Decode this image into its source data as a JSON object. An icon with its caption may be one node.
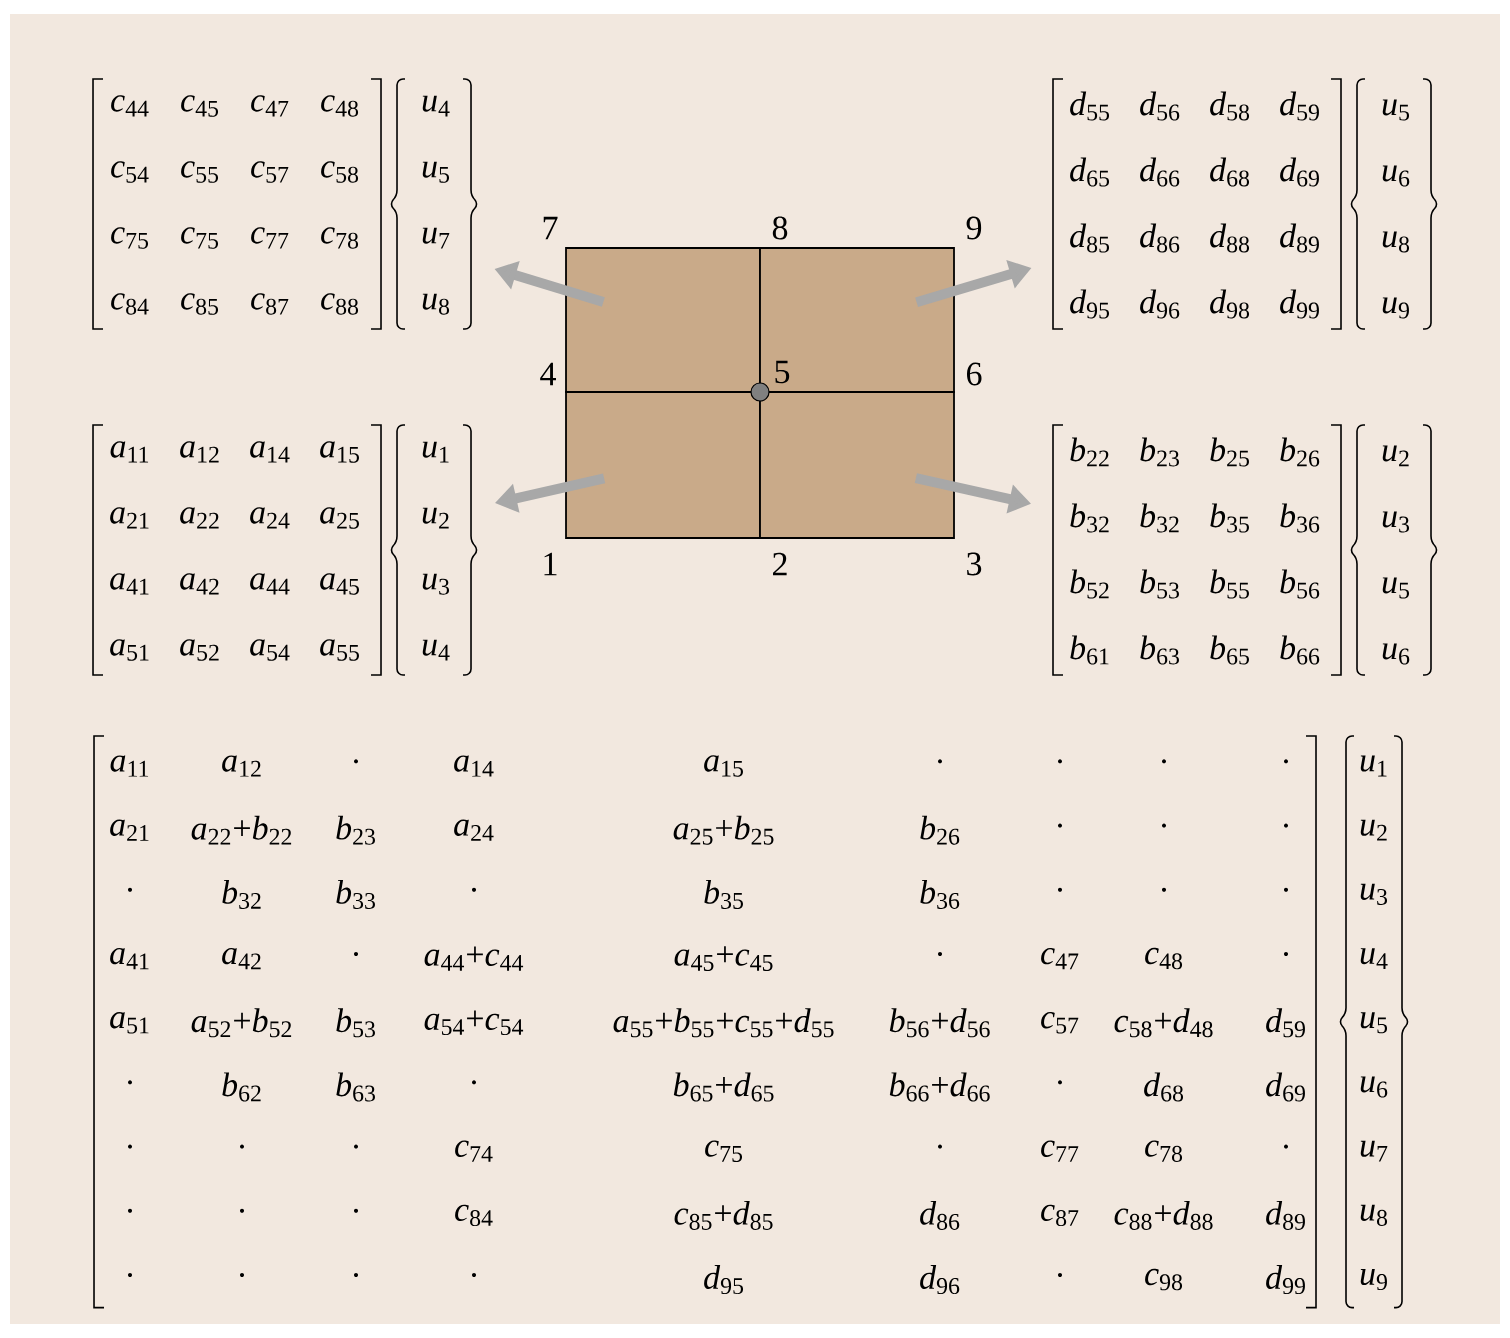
{
  "diagram": {
    "nodes": [
      {
        "text": [
          "*c*$_{44}$",
          "*c*$_{45}$",
          "*c*$_{47}$",
          "*c*$_{48}$",
          "*u*$_{4}$",
          "*c*$_{54}$",
          "*c*$_{55}$",
          "*c*$_{57}$",
          "*c*$_{58}$",
          "*u*$_{5}$",
          "*c*$_{75}$",
          "*c*$_{75}$",
          "*c*$_{77}$",
          "*c*$_{78}$",
          "*u*$_{7}$",
          "*c*$_{84}$",
          "*c*$_{85}$",
          "*c*$_{87}$",
          "*c*$_{88}$",
          "*u*$_{8}$"
        ]
      },
      {
        "text": [
          "*d*$_{55}$",
          "*d*$_{56}$",
          "*d*$_{58}$",
          "*d*$_{59}$",
          "*u*$_{5}$",
          "*d*$_{65}$",
          "*d*$_{66}$",
          "*d*$_{68}$",
          "*d*$_{69}$",
          "*u*$_{6}$",
          "*d*$_{85}$",
          "*d*$_{86}$",
          "*d*$_{88}$",
          "*d*$_{89}$",
          "*u*$_{8}$",
          "*d*$_{95}$",
          "*d*$_{96}$",
          "*d*$_{98}$",
          "*d*$_{99}$",
          "*u*$_{9}$"
        ]
      },
      {
        "text": [],
        "shape": "box"
      },
      {
        "text": [],
        "shape": "box"
      },
      {
        "text": [],
        "shape": "box"
      },
      {
        "text": [],
        "shape": "box"
      },
      {
        "text": [
          "*a*$_{11}$",
          "*a*$_{12}$",
          "*a*$_{14}$",
          "*a*$_{15}$",
          "*u*$_{1}$",
          "*a*$_{21}$",
          "*a*$_{22}$",
          "*a*$_{24}$",
          "*a*$_{25}$",
          "*u*$_{2}$",
          "*a*$_{41}$",
          "*a*$_{42}$",
          "*a*$_{44}$",
          "*a*$_{45}$",
          "*u*$_{3}$",
          "*a*$_{51}$",
          "*a*$_{52}$",
          "*a*$_{54}$",
          "*a*$_{55}$",
          "*u*$_{4}$"
        ]
      },
      {
        "text": [
          "*b*$_{22}$",
          "*b*$_{23}$",
          "*b*$_{25}$",
          "*b*$_{26}$",
          "*u*$_{2}$",
          "*b*$_{32}$",
          "*b*$_{32}$",
          "*b*$_{35}$",
          "*b*$_{36}$",
          "*u*$_{3}$",
          "*b*$_{52}$",
          "*b*$_{53}$",
          "*b*$_{55}$",
          "*b*$_{56}$",
          "*u*$_{5}$",
          "*b*$_{61}$",
          "*b*$_{63}$",
          "*b*$_{65}$",
          "*b*$_{66}$",
          "*u*$_{6}$"
        ]
      }
    ],
    "edges": [
      {
        "from": 2,
        "to": 0,
        "arrow": "to"
      },
      {
        "from": 3,
        "to": 1,
        "arrow": "to"
      },
      {
        "from": 4,
        "to": 6,
        "arrow": "to"
      },
      {
        "from": 5,
        "to": 7,
        "arrow": "to"
      }
    ],
    "labels": [
      "7",
      "8",
      "9",
      "4",
      "5",
      "6",
      "1",
      "2",
      "3",
      "*a*$_{11}$",
      "*a*$_{12}$",
      "·",
      "*a*$_{14}$",
      "*a*$_{15}$",
      "·",
      "·",
      "·",
      "·",
      "*u*$_{1}$",
      "*a*$_{21}$",
      "*a*$_{22}$+*b*$_{22}$",
      "*b*$_{23}$",
      "*a*$_{24}$",
      "*a*$_{25}$+*b*$_{25}$",
      "*b*$_{26}$",
      "·",
      "·",
      "·",
      "*u*$_{2}$",
      "·",
      "*b*$_{32}$",
      "*b*$_{33}$",
      "·",
      "*b*$_{35}$",
      "*b*$_{36}$",
      "·",
      "·",
      "·",
      "*u*$_{3}$",
      "*a*$_{41}$",
      "*a*$_{42}$",
      "·",
      "*a*$_{44}$+*c*$_{44}$",
      "*a*$_{45}$+*c*$_{45}$",
      "·",
      "*c*$_{47}$",
      "*c*$_{48}$",
      "·",
      "*u*$_{4}$",
      "*a*$_{51}$",
      "*a*$_{52}$+*b*$_{52}$",
      "*b*$_{53}$",
      "*a*$_{54}$+*c*$_{54}$",
      "*a*$_{55}$+*b*$_{55}$+*c*$_{55}$+*d*$_{55}$",
      "*b*$_{56}$+*d*$_{56}$",
      "*c*$_{57}$",
      "*c*$_{58}$+*d*$_{48}$",
      "*d*$_{59}$",
      "*u*$_{5}$",
      "·",
      "*b*$_{62}$",
      "*b*$_{63}$",
      "·",
      "*b*$_{65}$+*d*$_{65}$",
      "*b*$_{66}$+*d*$_{66}$",
      "·",
      "*d*$_{68}$",
      "*d*$_{69}$",
      "*u*$_{6}$",
      "·",
      "·",
      "·",
      "*c*$_{74}$",
      "*c*$_{75}$",
      "·",
      "*c*$_{77}$",
      "*c*$_{78}$",
      "·",
      "*u*$_{7}$",
      "·",
      "·",
      "·",
      "*c*$_{84}$",
      "*c*$_{85}$+*d*$_{85}$",
      "*d*$_{86}$",
      "*c*$_{87}$",
      "*c*$_{88}$+*d*$_{88}$",
      "*d*$_{89}$",
      "*u*$_{8}$",
      "·",
      "·",
      "·",
      "·",
      "*d*$_{95}$",
      "*d*$_{96}$",
      "·",
      "*c*$_{98}$",
      "*d*$_{99}$",
      "*u*$_{9}$"
    ]
  }
}
